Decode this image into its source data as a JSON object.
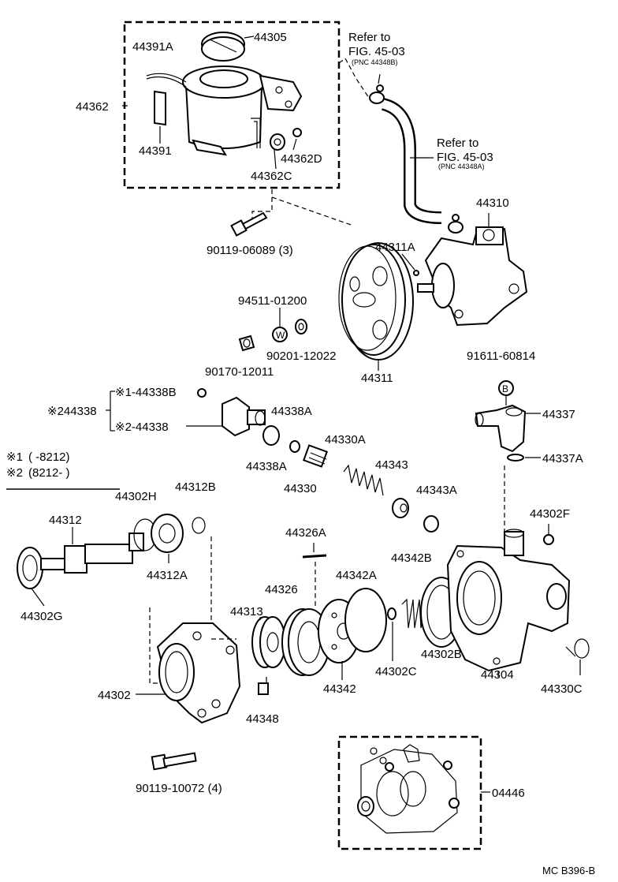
{
  "diagram_id": "MC B396-B",
  "notes": {
    "note1_mark": "※1",
    "note1_range": "(     -8212)",
    "note2_mark": "※2",
    "note2_range": "(8212-       )"
  },
  "refs": {
    "ref1_line1": "Refer to",
    "ref1_line2": "FIG. 45-03",
    "ref1_pnc": "(PNC 44348B)",
    "ref2_line1": "Refer to",
    "ref2_line2": "FIG. 45-03",
    "ref2_pnc": "(PNC 44348A)"
  },
  "labels": {
    "p44305": "44305",
    "p44391A": "44391A",
    "p44362": "44362",
    "p44391": "44391",
    "p44362D": "44362D",
    "p44362C": "44362C",
    "p90119_06089": "90119-06089 (3)",
    "p44310": "44310",
    "p44311A": "44311A",
    "p94511": "94511-01200",
    "p90201": "90201-12022",
    "p90170": "90170-12011",
    "p44311": "44311",
    "p91611": "91611-60814",
    "p44338B": "※1-44338B",
    "p44338_group": "※244338",
    "p44338": "※2-44338",
    "p44338A_top": "44338A",
    "p44338A_bot": "44338A",
    "p44330A": "44330A",
    "p44330": "44330",
    "p44343": "44343",
    "p44343A": "44343A",
    "p44337": "44337",
    "p44337A": "44337A",
    "p44312B": "44312B",
    "p44302H": "44302H",
    "p44312": "44312",
    "p44312A": "44312A",
    "p44302G": "44302G",
    "p44302F": "44302F",
    "p44326A": "44326A",
    "p44342B": "44342B",
    "p44342A": "44342A",
    "p44326": "44326",
    "p44313": "44313",
    "p44302B": "44302B",
    "p44304": "44304",
    "p44302C": "44302C",
    "p44342": "44342",
    "p44330C": "44330C",
    "p44302": "44302",
    "p44348": "44348",
    "p90119_10072": "90119-10072 (4)",
    "p04446": "04446"
  },
  "symbols": {
    "washer_mark": "W",
    "bolt_mark": "B"
  }
}
